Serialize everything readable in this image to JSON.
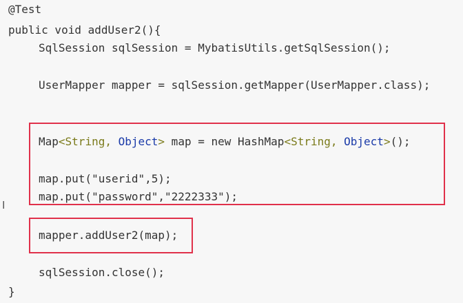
{
  "code": {
    "annotation": "@Test",
    "signature": "public void addUser2(){",
    "line_session": "SqlSession sqlSession = MybatisUtils.getSqlSession();",
    "line_mapper": "UserMapper mapper = sqlSession.getMapper(UserMapper.class);",
    "map_decl": {
      "p1": "Map",
      "p2": "<String, ",
      "p3": "Object",
      "p4": ">",
      "p5": " map = new HashMap",
      "p6": "<String, ",
      "p7": "Object",
      "p8": ">",
      "p9": "();"
    },
    "put_userid": "map.put(\"userid\",5);",
    "put_password": "map.put(\"password\",\"2222333\");",
    "call_add": "mapper.addUser2(map);",
    "close": "sqlSession.close();",
    "closing_brace": "}"
  },
  "cursor_glyph": "I",
  "colors": {
    "highlight": "#e0304a",
    "generic": "#7a7a1a",
    "object_type": "#1a3aa8"
  }
}
